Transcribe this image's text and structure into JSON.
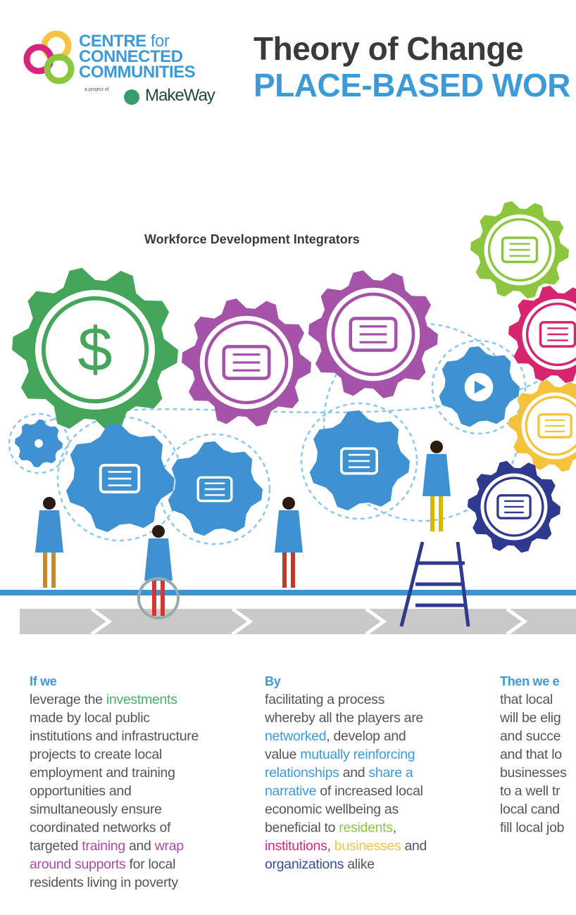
{
  "logo": {
    "line1": "CENTRE",
    "line1b": "for",
    "line2": "CONNECTED",
    "line3": "COMMUNITIES",
    "project_of": "a project of",
    "partner": "MakeWay"
  },
  "title": {
    "line1": "Theory of Change",
    "line2": "PLACE-BASED WOR"
  },
  "illustration": {
    "subhead": "Workforce Development Integrators",
    "colors": {
      "green": "#45a55a",
      "purple": "#a553a8",
      "blue": "#3f92d2",
      "lime": "#8cc63f",
      "magenta": "#d6246e",
      "yellow": "#f5c33b",
      "navy": "#2f3a8f",
      "dash": "#8cc8ec",
      "road": "#c9c9c9",
      "line": "#3f92d2"
    },
    "gears": [
      {
        "name": "dollar-gear",
        "icon": "dollar-icon",
        "color": "green"
      },
      {
        "name": "chat-gear",
        "icon": "chat-icon",
        "color": "purple"
      },
      {
        "name": "hands-gear",
        "icon": "hands-icon",
        "color": "purple"
      },
      {
        "name": "key-gear",
        "icon": "key-icon",
        "color": "lime"
      },
      {
        "name": "institution-gear",
        "icon": "bank-icon",
        "color": "magenta"
      },
      {
        "name": "briefcase-gear",
        "icon": "briefcase-icon",
        "color": "yellow"
      },
      {
        "name": "org-chart-gear",
        "icon": "org-chart-icon",
        "color": "navy"
      },
      {
        "name": "small-gear",
        "icon": "gear-icon",
        "color": "blue"
      },
      {
        "name": "network-gear",
        "icon": "network-icon",
        "color": "blue"
      },
      {
        "name": "handshake-gear",
        "icon": "handshake-icon",
        "color": "blue"
      },
      {
        "name": "message-gear",
        "icon": "message-icon",
        "color": "blue"
      },
      {
        "name": "play-gear",
        "icon": "play-icon",
        "color": "blue"
      }
    ]
  },
  "columns": [
    {
      "heading": "If we",
      "segments": [
        [
          "leverage the ",
          ""
        ],
        [
          "investments",
          "c-green"
        ],
        [
          "\nmade by local public\ninstitutions and infrastructure\nprojects to create local\nemployment and training\nopportunities and\nsimultaneously ensure\ncoordinated networks of\ntargeted ",
          ""
        ],
        [
          "training",
          "c-purple"
        ],
        [
          " and ",
          ""
        ],
        [
          "wrap\naround supports",
          "c-purple"
        ],
        [
          " for local\nresidents living in poverty",
          ""
        ]
      ]
    },
    {
      "heading": "By",
      "segments": [
        [
          "facilitating a process\nwhereby all the players are\n",
          ""
        ],
        [
          "networked",
          "c-blue"
        ],
        [
          ", develop and\nvalue ",
          ""
        ],
        [
          "mutually reinforcing\nrelationships",
          "c-blue"
        ],
        [
          " and ",
          ""
        ],
        [
          "share a\nnarrative",
          "c-blue"
        ],
        [
          " of increased local\neconomic wellbeing as\nbeneficial to ",
          ""
        ],
        [
          "residents",
          "c-lime"
        ],
        [
          ",\n",
          ""
        ],
        [
          "institutions",
          "c-mag"
        ],
        [
          ", ",
          ""
        ],
        [
          "businesses",
          "c-yel"
        ],
        [
          " and\n",
          ""
        ],
        [
          "organizations",
          "c-navy"
        ],
        [
          " alike",
          ""
        ]
      ]
    },
    {
      "heading": "Then we e",
      "segments": [
        [
          "that local\nwill be elig\nand succe\nand that lo\nbusinesses\nto a well tr\nlocal cand\nfill local job",
          ""
        ]
      ]
    }
  ]
}
